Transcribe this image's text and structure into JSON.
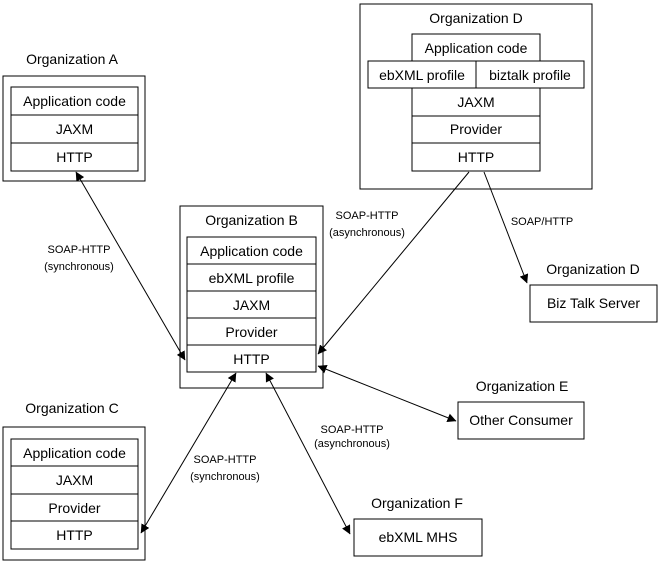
{
  "org_a": {
    "title": "Organization A",
    "layers": [
      "Application code",
      "JAXM",
      "HTTP"
    ]
  },
  "org_b": {
    "title": "Organization B",
    "layers": [
      "Application code",
      "ebXML profile",
      "JAXM",
      "Provider",
      "HTTP"
    ]
  },
  "org_c": {
    "title": "Organization C",
    "layers": [
      "Application code",
      "JAXM",
      "Provider",
      "HTTP"
    ]
  },
  "org_d": {
    "title": "Organization D",
    "app_code": "Application code",
    "profiles": [
      "ebXML profile",
      "biztalk profile"
    ],
    "layers": [
      "JAXM",
      "Provider",
      "HTTP"
    ]
  },
  "org_d_server": {
    "title": "Organization D",
    "label": "Biz Talk Server"
  },
  "org_e": {
    "title": "Organization E",
    "label": "Other Consumer"
  },
  "org_f": {
    "title": "Organization F",
    "label": "ebXML MHS"
  },
  "connections": {
    "a_b": [
      "SOAP-HTTP",
      "(synchronous)"
    ],
    "d_b": [
      "SOAP-HTTP",
      "(asynchronous)"
    ],
    "d_server": [
      "SOAP/HTTP"
    ],
    "c_b": [
      "SOAP-HTTP",
      "(synchronous)"
    ],
    "f_b": [
      "SOAP-HTTP",
      "(asynchronous)"
    ]
  }
}
